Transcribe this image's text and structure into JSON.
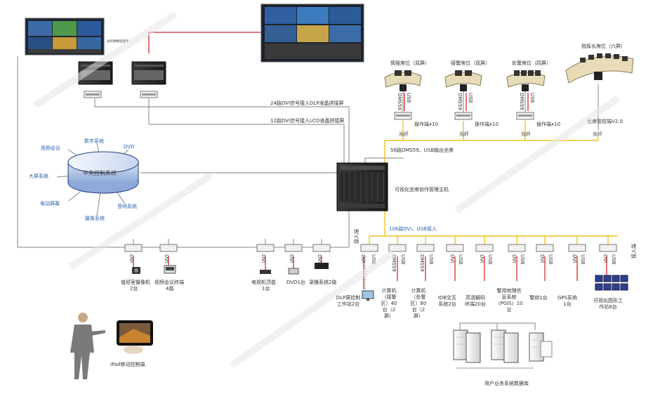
{
  "diagram": {
    "dlp_link": "24路DVI信号接入DLP液晶拼接屏",
    "lcd_link": "12路DVI信号接入LCD液晶拼接屏",
    "wall_note": "光纤拼接墙显示",
    "central": {
      "label": "中央控制系统",
      "spokes": [
        "视频会议",
        "数字系统",
        "DVD",
        "大屏系统",
        "电动屏幕",
        "音响系统",
        "摄像系统"
      ]
    },
    "seats": [
      {
        "label": "情报席位（双屏）",
        "ops": "操作端x10"
      },
      {
        "label": "接警席位（双屏）",
        "ops": "操作端x10"
      },
      {
        "label": "处警席位（四屏）",
        "ops": "操作端x10"
      },
      {
        "label": "指挥长席位（六屏）",
        "ops": "坐席管控端V2.0"
      }
    ],
    "fiber": "光纤",
    "seat_bus": "56路DMS59、USB输出坐席",
    "host": "可视化坐席协作管理主机",
    "input_bus": "106路DVI、USB接入",
    "input_end": "接入端",
    "dms": "DMS59",
    "dvi": "DVI",
    "usb": "USB",
    "left_devices": [
      {
        "label1": "值班室摄像机",
        "label2": "2台"
      },
      {
        "label1": "视频会议终端",
        "label2": "4路"
      },
      {
        "label1": "电视机顶盒",
        "label2": "1台"
      },
      {
        "label1": "DVD1台",
        "label2": ""
      },
      {
        "label1": "录播系统2路",
        "label2": ""
      }
    ],
    "right_devices": [
      {
        "label": "DLP屏控制工作站2台"
      },
      {
        "label": "计算机（接警区）40台（2屏）"
      },
      {
        "label": "计算机（处警区）80台（2屏）"
      },
      {
        "label": "IDB交互系统2台"
      },
      {
        "label": "高清解码终端20台"
      },
      {
        "label": "警用地理信息系统（PGIS）10台"
      },
      {
        "label": "警综1台"
      },
      {
        "label": "GPS系统1台"
      },
      {
        "label": "可视化图形工作站8台"
      }
    ],
    "ipad": "iPad移动控制端",
    "database": "用户业务系统数据库"
  },
  "colors": {
    "line": "#9a9a9a",
    "fiber": "#f2c31c",
    "red": "#d62a2a",
    "blue": "#2d63b0"
  }
}
